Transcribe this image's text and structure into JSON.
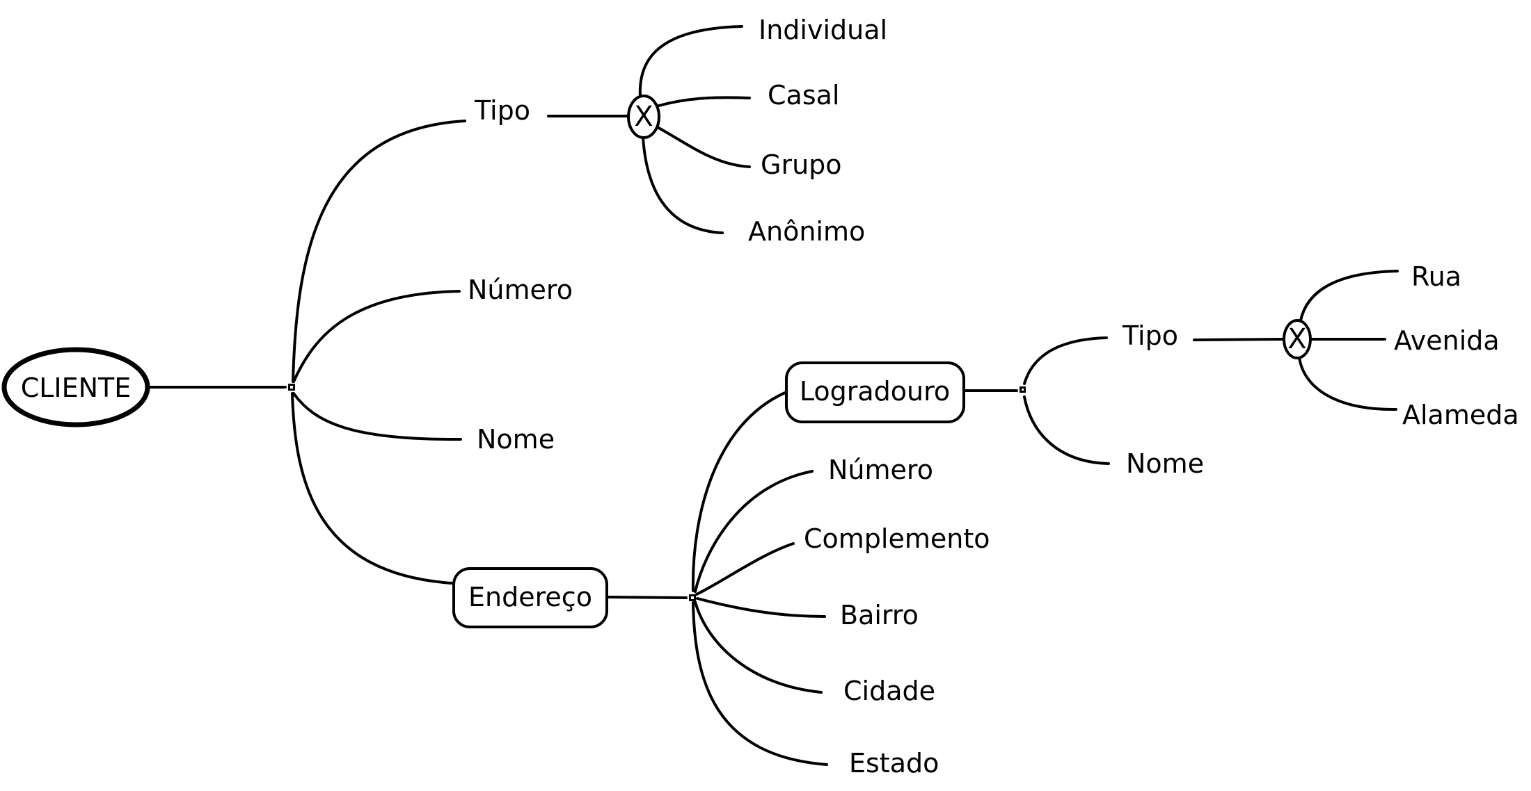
{
  "colors": {
    "ink": "#000000",
    "paper": "#ffffff"
  },
  "root": {
    "label": "CLIENTE"
  },
  "cliente_children": {
    "tipo": {
      "label": "Tipo"
    },
    "numero": {
      "label": "Número"
    },
    "nome": {
      "label": "Nome"
    },
    "endereco": {
      "label": "Endereço"
    }
  },
  "tipo_xor": {
    "symbol": "X",
    "options": {
      "individual": {
        "label": "Individual"
      },
      "casal": {
        "label": "Casal"
      },
      "grupo": {
        "label": "Grupo"
      },
      "anonimo": {
        "label": "Anônimo"
      }
    }
  },
  "endereco_children": {
    "logradouro": {
      "label": "Logradouro"
    },
    "numero": {
      "label": "Número"
    },
    "complemento": {
      "label": "Complemento"
    },
    "bairro": {
      "label": "Bairro"
    },
    "cidade": {
      "label": "Cidade"
    },
    "estado": {
      "label": "Estado"
    }
  },
  "logradouro_children": {
    "tipo": {
      "label": "Tipo"
    },
    "nome": {
      "label": "Nome"
    }
  },
  "logradouro_tipo_xor": {
    "symbol": "X",
    "options": {
      "rua": {
        "label": "Rua"
      },
      "avenida": {
        "label": "Avenida"
      },
      "alameda": {
        "label": "Alameda"
      }
    }
  }
}
